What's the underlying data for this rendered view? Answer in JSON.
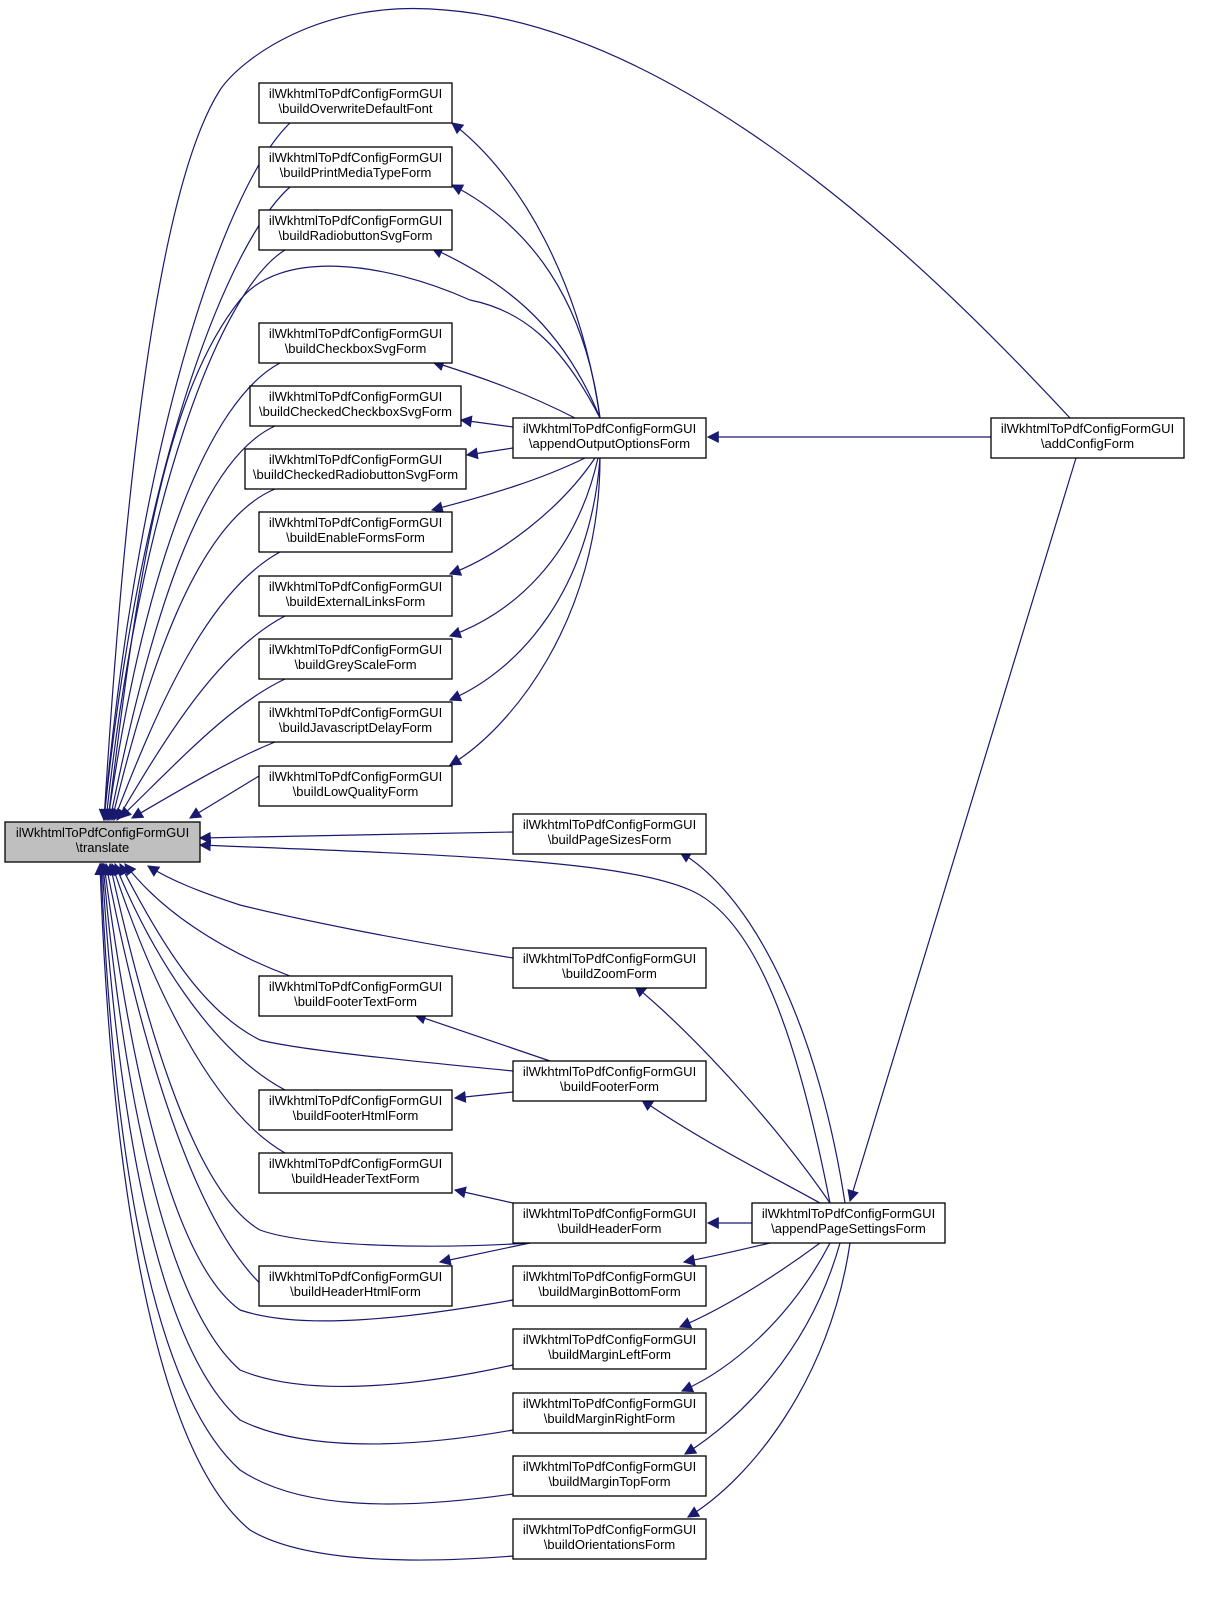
{
  "colors": {
    "edge": "#191970",
    "node_border": "#000000",
    "focus_fill": "#bfbfbf",
    "background": "#ffffff"
  },
  "nodes": {
    "translate": {
      "line1": "ilWkhtmlToPdfConfigFormGUI",
      "line2": "\\translate"
    },
    "buildOverwriteDefaultFont": {
      "line1": "ilWkhtmlToPdfConfigFormGUI",
      "line2": "\\buildOverwriteDefaultFont"
    },
    "buildPrintMediaTypeForm": {
      "line1": "ilWkhtmlToPdfConfigFormGUI",
      "line2": "\\buildPrintMediaTypeForm"
    },
    "buildRadiobuttonSvgForm": {
      "line1": "ilWkhtmlToPdfConfigFormGUI",
      "line2": "\\buildRadiobuttonSvgForm"
    },
    "buildCheckboxSvgForm": {
      "line1": "ilWkhtmlToPdfConfigFormGUI",
      "line2": "\\buildCheckboxSvgForm"
    },
    "buildCheckedCheckboxSvgForm": {
      "line1": "ilWkhtmlToPdfConfigFormGUI",
      "line2": "\\buildCheckedCheckboxSvgForm"
    },
    "buildCheckedRadiobuttonSvgForm": {
      "line1": "ilWkhtmlToPdfConfigFormGUI",
      "line2": "\\buildCheckedRadiobuttonSvgForm"
    },
    "buildEnableFormsForm": {
      "line1": "ilWkhtmlToPdfConfigFormGUI",
      "line2": "\\buildEnableFormsForm"
    },
    "buildExternalLinksForm": {
      "line1": "ilWkhtmlToPdfConfigFormGUI",
      "line2": "\\buildExternalLinksForm"
    },
    "buildGreyScaleForm": {
      "line1": "ilWkhtmlToPdfConfigFormGUI",
      "line2": "\\buildGreyScaleForm"
    },
    "buildJavascriptDelayForm": {
      "line1": "ilWkhtmlToPdfConfigFormGUI",
      "line2": "\\buildJavascriptDelayForm"
    },
    "buildLowQualityForm": {
      "line1": "ilWkhtmlToPdfConfigFormGUI",
      "line2": "\\buildLowQualityForm"
    },
    "buildFooterTextForm": {
      "line1": "ilWkhtmlToPdfConfigFormGUI",
      "line2": "\\buildFooterTextForm"
    },
    "buildFooterHtmlForm": {
      "line1": "ilWkhtmlToPdfConfigFormGUI",
      "line2": "\\buildFooterHtmlForm"
    },
    "buildHeaderTextForm": {
      "line1": "ilWkhtmlToPdfConfigFormGUI",
      "line2": "\\buildHeaderTextForm"
    },
    "buildHeaderHtmlForm": {
      "line1": "ilWkhtmlToPdfConfigFormGUI",
      "line2": "\\buildHeaderHtmlForm"
    },
    "appendOutputOptionsForm": {
      "line1": "ilWkhtmlToPdfConfigFormGUI",
      "line2": "\\appendOutputOptionsForm"
    },
    "buildPageSizesForm": {
      "line1": "ilWkhtmlToPdfConfigFormGUI",
      "line2": "\\buildPageSizesForm"
    },
    "buildZoomForm": {
      "line1": "ilWkhtmlToPdfConfigFormGUI",
      "line2": "\\buildZoomForm"
    },
    "buildFooterForm": {
      "line1": "ilWkhtmlToPdfConfigFormGUI",
      "line2": "\\buildFooterForm"
    },
    "buildHeaderForm": {
      "line1": "ilWkhtmlToPdfConfigFormGUI",
      "line2": "\\buildHeaderForm"
    },
    "buildMarginBottomForm": {
      "line1": "ilWkhtmlToPdfConfigFormGUI",
      "line2": "\\buildMarginBottomForm"
    },
    "buildMarginLeftForm": {
      "line1": "ilWkhtmlToPdfConfigFormGUI",
      "line2": "\\buildMarginLeftForm"
    },
    "buildMarginRightForm": {
      "line1": "ilWkhtmlToPdfConfigFormGUI",
      "line2": "\\buildMarginRightForm"
    },
    "buildMarginTopForm": {
      "line1": "ilWkhtmlToPdfConfigFormGUI",
      "line2": "\\buildMarginTopForm"
    },
    "buildOrientationsForm": {
      "line1": "ilWkhtmlToPdfConfigFormGUI",
      "line2": "\\buildOrientationsForm"
    },
    "appendPageSettingsForm": {
      "line1": "ilWkhtmlToPdfConfigFormGUI",
      "line2": "\\appendPageSettingsForm"
    },
    "addConfigForm": {
      "line1": "ilWkhtmlToPdfConfigFormGUI",
      "line2": "\\addConfigForm"
    }
  },
  "edges": [
    {
      "from": "addConfigForm",
      "to": "translate"
    },
    {
      "from": "addConfigForm",
      "to": "appendOutputOptionsForm"
    },
    {
      "from": "addConfigForm",
      "to": "appendPageSettingsForm"
    },
    {
      "from": "appendOutputOptionsForm",
      "to": "translate"
    },
    {
      "from": "appendOutputOptionsForm",
      "to": "buildOverwriteDefaultFont"
    },
    {
      "from": "appendOutputOptionsForm",
      "to": "buildPrintMediaTypeForm"
    },
    {
      "from": "appendOutputOptionsForm",
      "to": "buildRadiobuttonSvgForm"
    },
    {
      "from": "appendOutputOptionsForm",
      "to": "buildCheckboxSvgForm"
    },
    {
      "from": "appendOutputOptionsForm",
      "to": "buildCheckedCheckboxSvgForm"
    },
    {
      "from": "appendOutputOptionsForm",
      "to": "buildCheckedRadiobuttonSvgForm"
    },
    {
      "from": "appendOutputOptionsForm",
      "to": "buildEnableFormsForm"
    },
    {
      "from": "appendOutputOptionsForm",
      "to": "buildExternalLinksForm"
    },
    {
      "from": "appendOutputOptionsForm",
      "to": "buildGreyScaleForm"
    },
    {
      "from": "appendOutputOptionsForm",
      "to": "buildJavascriptDelayForm"
    },
    {
      "from": "appendOutputOptionsForm",
      "to": "buildLowQualityForm"
    },
    {
      "from": "buildOverwriteDefaultFont",
      "to": "translate"
    },
    {
      "from": "buildPrintMediaTypeForm",
      "to": "translate"
    },
    {
      "from": "buildRadiobuttonSvgForm",
      "to": "translate"
    },
    {
      "from": "buildCheckboxSvgForm",
      "to": "translate"
    },
    {
      "from": "buildCheckedCheckboxSvgForm",
      "to": "translate"
    },
    {
      "from": "buildCheckedRadiobuttonSvgForm",
      "to": "translate"
    },
    {
      "from": "buildEnableFormsForm",
      "to": "translate"
    },
    {
      "from": "buildExternalLinksForm",
      "to": "translate"
    },
    {
      "from": "buildGreyScaleForm",
      "to": "translate"
    },
    {
      "from": "buildJavascriptDelayForm",
      "to": "translate"
    },
    {
      "from": "buildLowQualityForm",
      "to": "translate"
    },
    {
      "from": "appendPageSettingsForm",
      "to": "translate"
    },
    {
      "from": "appendPageSettingsForm",
      "to": "buildPageSizesForm"
    },
    {
      "from": "appendPageSettingsForm",
      "to": "buildZoomForm"
    },
    {
      "from": "appendPageSettingsForm",
      "to": "buildFooterForm"
    },
    {
      "from": "appendPageSettingsForm",
      "to": "buildHeaderForm"
    },
    {
      "from": "appendPageSettingsForm",
      "to": "buildMarginBottomForm"
    },
    {
      "from": "appendPageSettingsForm",
      "to": "buildMarginLeftForm"
    },
    {
      "from": "appendPageSettingsForm",
      "to": "buildMarginRightForm"
    },
    {
      "from": "appendPageSettingsForm",
      "to": "buildMarginTopForm"
    },
    {
      "from": "appendPageSettingsForm",
      "to": "buildOrientationsForm"
    },
    {
      "from": "buildPageSizesForm",
      "to": "translate"
    },
    {
      "from": "buildZoomForm",
      "to": "translate"
    },
    {
      "from": "buildFooterForm",
      "to": "translate"
    },
    {
      "from": "buildFooterForm",
      "to": "buildFooterTextForm"
    },
    {
      "from": "buildFooterForm",
      "to": "buildFooterHtmlForm"
    },
    {
      "from": "buildHeaderForm",
      "to": "translate"
    },
    {
      "from": "buildHeaderForm",
      "to": "buildHeaderTextForm"
    },
    {
      "from": "buildHeaderForm",
      "to": "buildHeaderHtmlForm"
    },
    {
      "from": "buildFooterTextForm",
      "to": "translate"
    },
    {
      "from": "buildFooterHtmlForm",
      "to": "translate"
    },
    {
      "from": "buildHeaderTextForm",
      "to": "translate"
    },
    {
      "from": "buildHeaderHtmlForm",
      "to": "translate"
    },
    {
      "from": "buildMarginBottomForm",
      "to": "translate"
    },
    {
      "from": "buildMarginLeftForm",
      "to": "translate"
    },
    {
      "from": "buildMarginRightForm",
      "to": "translate"
    },
    {
      "from": "buildMarginTopForm",
      "to": "translate"
    },
    {
      "from": "buildOrientationsForm",
      "to": "translate"
    }
  ]
}
